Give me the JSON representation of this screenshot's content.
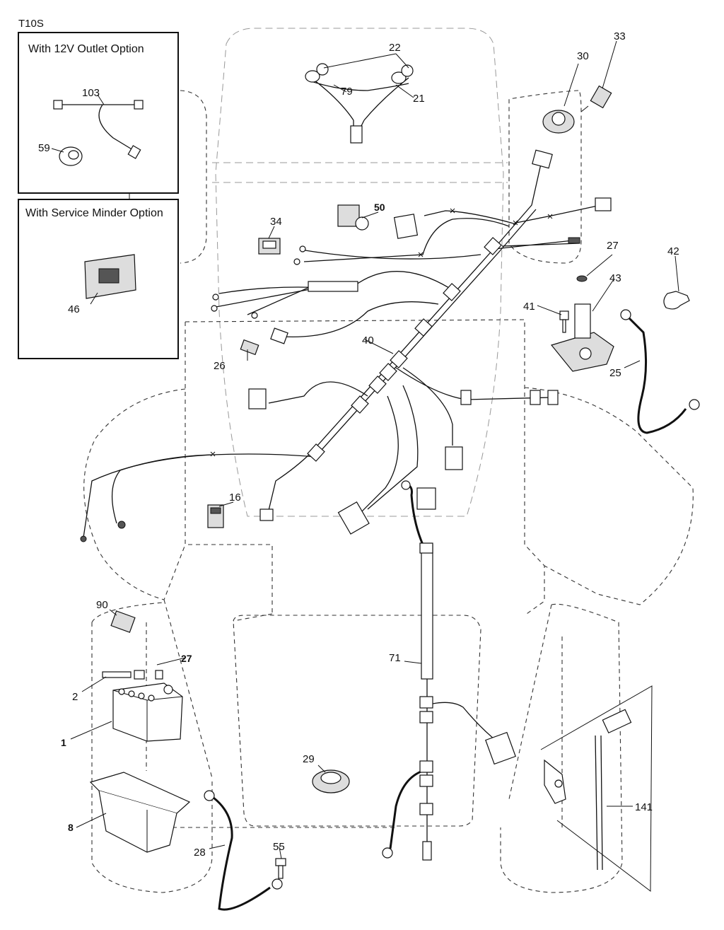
{
  "title": "T10S",
  "boxes": {
    "outlet_option": "With 12V Outlet Option",
    "service_minder_option": "With Service Minder Option"
  },
  "parts": {
    "p1": "1",
    "p2": "2",
    "p8": "8",
    "p16": "16",
    "p21": "21",
    "p22": "22",
    "p25": "25",
    "p26": "26",
    "p27a": "27",
    "p27b": "27",
    "p28": "28",
    "p29": "29",
    "p30": "30",
    "p33": "33",
    "p34": "34",
    "p40": "40",
    "p41": "41",
    "p42": "42",
    "p43": "43",
    "p46": "46",
    "p50": "50",
    "p55": "55",
    "p59": "59",
    "p71": "71",
    "p79": "79",
    "p90": "90",
    "p103": "103",
    "p141": "141"
  }
}
